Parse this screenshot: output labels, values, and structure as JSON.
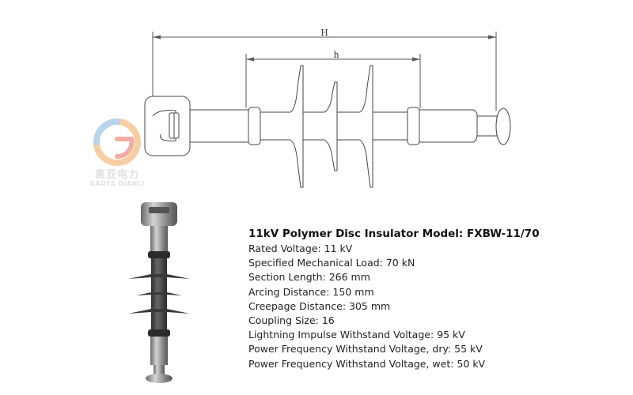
{
  "drawing": {
    "dimension_H_label": "H",
    "dimension_h_label": "h"
  },
  "logo": {
    "cn_text": "高亚电力",
    "en_text": "GAOYA DIANLI",
    "colors": [
      "#f2a65a",
      "#e86a5a",
      "#7fb2e0"
    ]
  },
  "specs": {
    "title": "11kV Polymer Disc Insulator Model: FXBW-11/70",
    "lines": [
      "Rated Voltage: 11 kV",
      "Specified Mechanical Load: 70 kN",
      "Section Length: 266 mm",
      "Arcing Distance: 150 mm",
      "Creepage Distance: 305 mm",
      "Coupling Size: 16",
      "Lightning Impulse Withstand Voltage: 95 kV",
      "Power Frequency Withstand Voltage, dry: 55 kV",
      "Power Frequency Withstand Voltage, wet: 50 kV"
    ]
  }
}
